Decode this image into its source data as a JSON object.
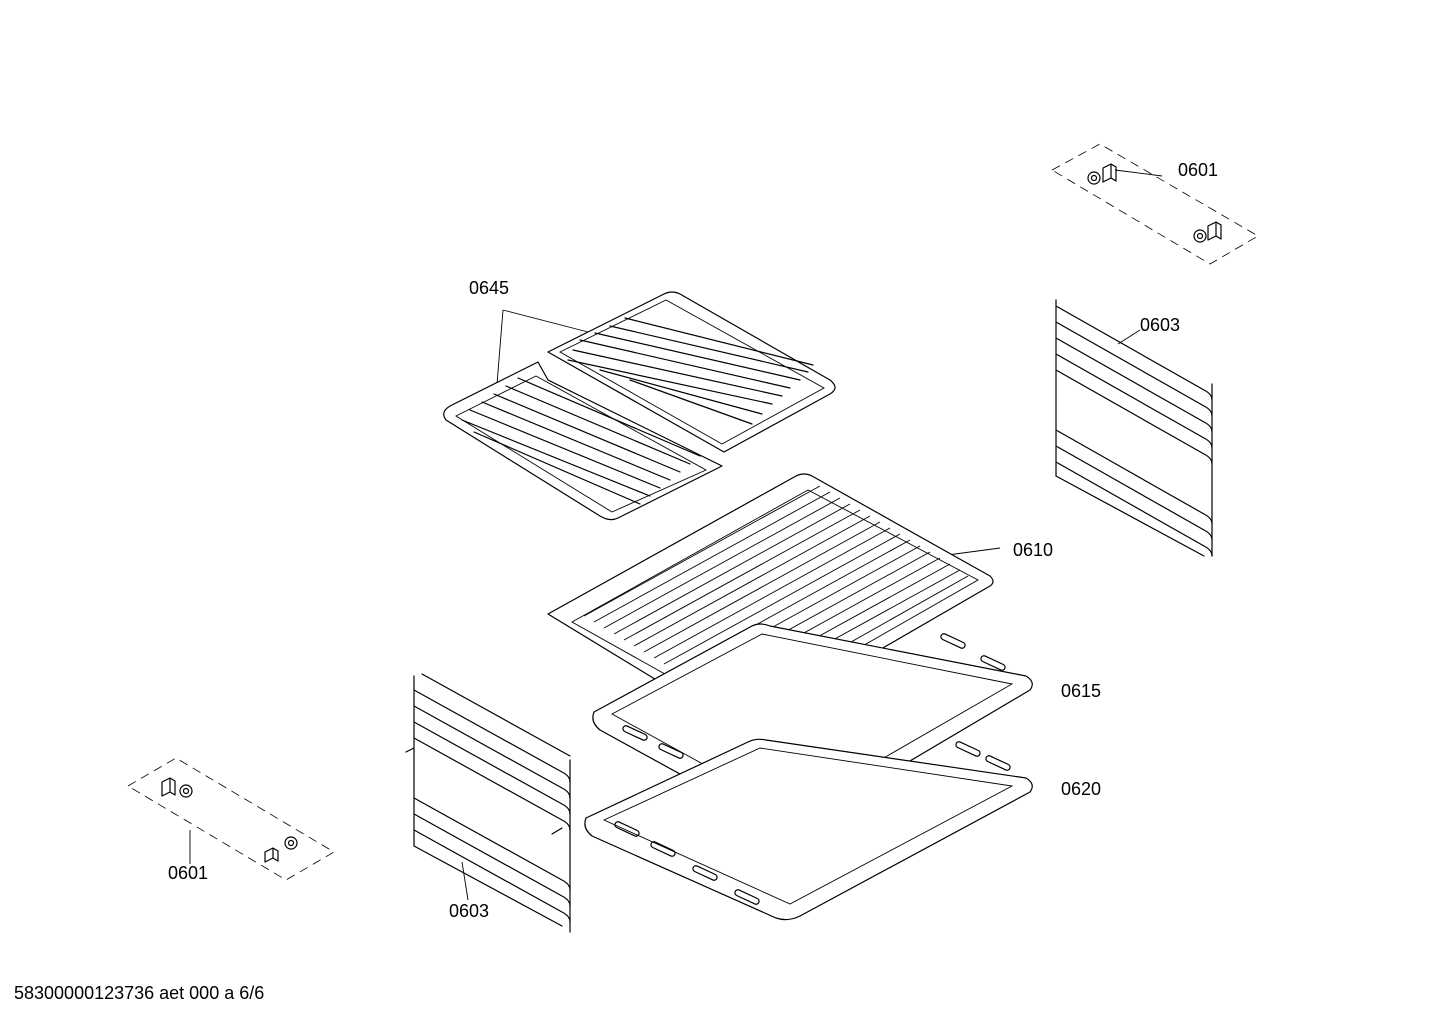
{
  "diagram": {
    "parts": [
      {
        "id": "label-0601-top",
        "text": "0601"
      },
      {
        "id": "label-0603-right",
        "text": "0603"
      },
      {
        "id": "label-0645",
        "text": "0645"
      },
      {
        "id": "label-0610",
        "text": "0610"
      },
      {
        "id": "label-0615",
        "text": "0615"
      },
      {
        "id": "label-0620",
        "text": "0620"
      },
      {
        "id": "label-0601-left",
        "text": "0601"
      },
      {
        "id": "label-0603-left",
        "text": "0603"
      }
    ],
    "footer": "58300000123736 aet 000 a 6/6"
  }
}
